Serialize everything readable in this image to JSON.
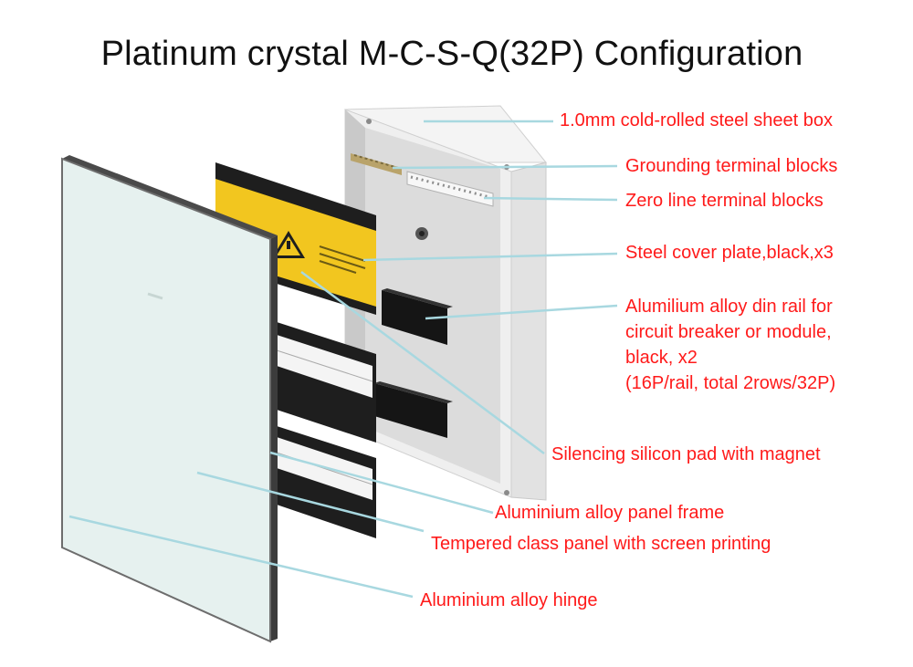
{
  "title": "Platinum crystal M-C-S-Q(32P)  Configuration",
  "colors": {
    "label_text": "#ff1a1a",
    "leader_line": "#a8d8e0",
    "title_text": "#111111",
    "glass_panel": "#e6f1ef",
    "frame": "#4a4a4a",
    "cover_plate": "#1e1e1e",
    "warning_yellow": "#f2c61f",
    "box_body": "#eeeeee"
  },
  "callouts": [
    {
      "id": "steel-box",
      "lines": [
        "1.0mm cold-rolled steel sheet  box"
      ]
    },
    {
      "id": "grounding",
      "lines": [
        "Grounding terminal blocks"
      ]
    },
    {
      "id": "zero-line",
      "lines": [
        "Zero line terminal blocks"
      ]
    },
    {
      "id": "cover-plate",
      "lines": [
        "Steel cover plate,black,x3"
      ]
    },
    {
      "id": "din-rail",
      "lines": [
        "Alumilium alloy din rail for",
        "circuit breaker or module,",
        "black, x2",
        "(16P/rail, total 2rows/32P)"
      ]
    },
    {
      "id": "silicon-pad",
      "lines": [
        "Silencing silicon pad with magnet"
      ]
    },
    {
      "id": "panel-frame",
      "lines": [
        "Aluminium alloy panel frame"
      ]
    },
    {
      "id": "glass-panel",
      "lines": [
        "Tempered class panel with screen printing"
      ]
    },
    {
      "id": "hinge",
      "lines": [
        "Aluminium alloy hinge"
      ]
    }
  ]
}
